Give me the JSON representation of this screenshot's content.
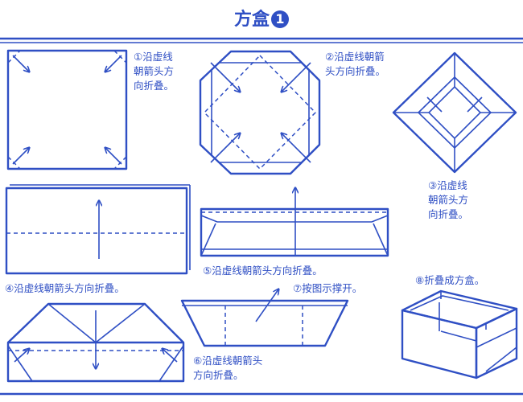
{
  "title": "方盒",
  "title_number": "1",
  "steps": [
    {
      "n": "①",
      "lines": [
        "沿虚线",
        "朝箭头方",
        "向折叠。"
      ]
    },
    {
      "n": "②",
      "lines": [
        "沿虚线朝箭",
        "头方向折叠。"
      ]
    },
    {
      "n": "③",
      "lines": [
        "沿虚线",
        "朝箭头方",
        "向折叠。"
      ]
    },
    {
      "n": "④",
      "lines": [
        "沿虚线朝箭头方向折叠。"
      ]
    },
    {
      "n": "⑤",
      "lines": [
        "沿虚线朝箭头方向折叠。"
      ]
    },
    {
      "n": "⑥",
      "lines": [
        "沿虚线朝箭头",
        "方向折叠。"
      ]
    },
    {
      "n": "⑦",
      "lines": [
        "按图示撑开。"
      ]
    },
    {
      "n": "⑧",
      "lines": [
        "折叠成方盒。"
      ]
    }
  ],
  "colors": {
    "ink": "#2f4fc4",
    "paper": "#ffffff"
  }
}
